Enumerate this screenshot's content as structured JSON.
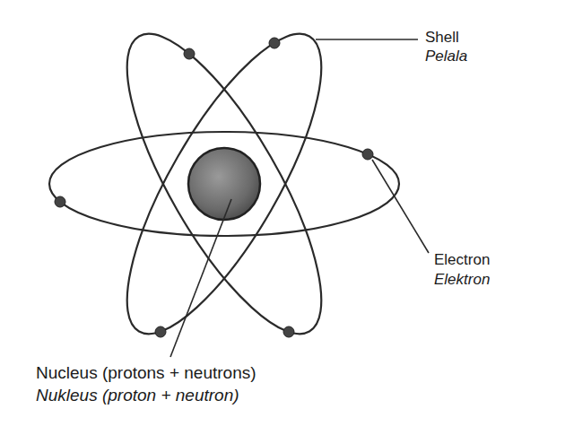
{
  "diagram": {
    "labels": [
      "Shell",
      "Pelala",
      "Electron",
      "Elektron",
      "Nucleus (protons + neutrons)",
      "Nukleus (proton + neutron)"
    ]
  }
}
